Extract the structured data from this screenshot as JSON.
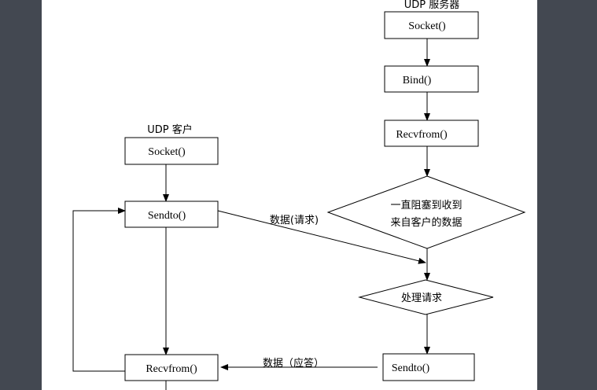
{
  "colors": {
    "background": "#434851",
    "canvas": "#ffffff",
    "stroke": "#000000"
  },
  "server": {
    "title": "UDP 服务器",
    "socket": "Socket()",
    "bind": "Bind()",
    "recvfrom": "Recvfrom()",
    "block_line1": "一直阻塞到收到",
    "block_line2": "来自客户的数据",
    "process": "处理请求",
    "sendto": "Sendto()"
  },
  "client": {
    "title": "UDP 客户",
    "socket": "Socket()",
    "sendto": "Sendto()",
    "recvfrom": "Recvfrom()"
  },
  "messages": {
    "request": "数据(请求)",
    "reply": "数据（应答）"
  }
}
